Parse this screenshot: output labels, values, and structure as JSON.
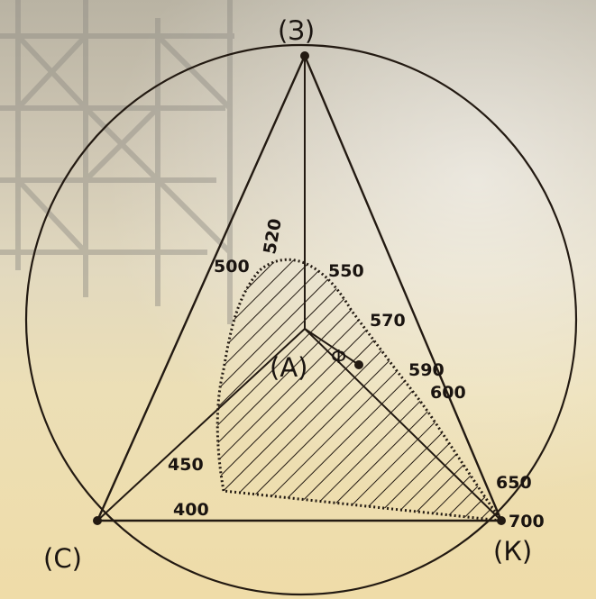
{
  "diagram": {
    "vertex_labels": {
      "top": "(З)",
      "left": "(С)",
      "right": "(К)"
    },
    "center_label": "(А)",
    "point_label": "Ф",
    "wavelength_labels": [
      "400",
      "450",
      "500",
      "520",
      "550",
      "570",
      "590",
      "600",
      "650",
      "700"
    ]
  }
}
